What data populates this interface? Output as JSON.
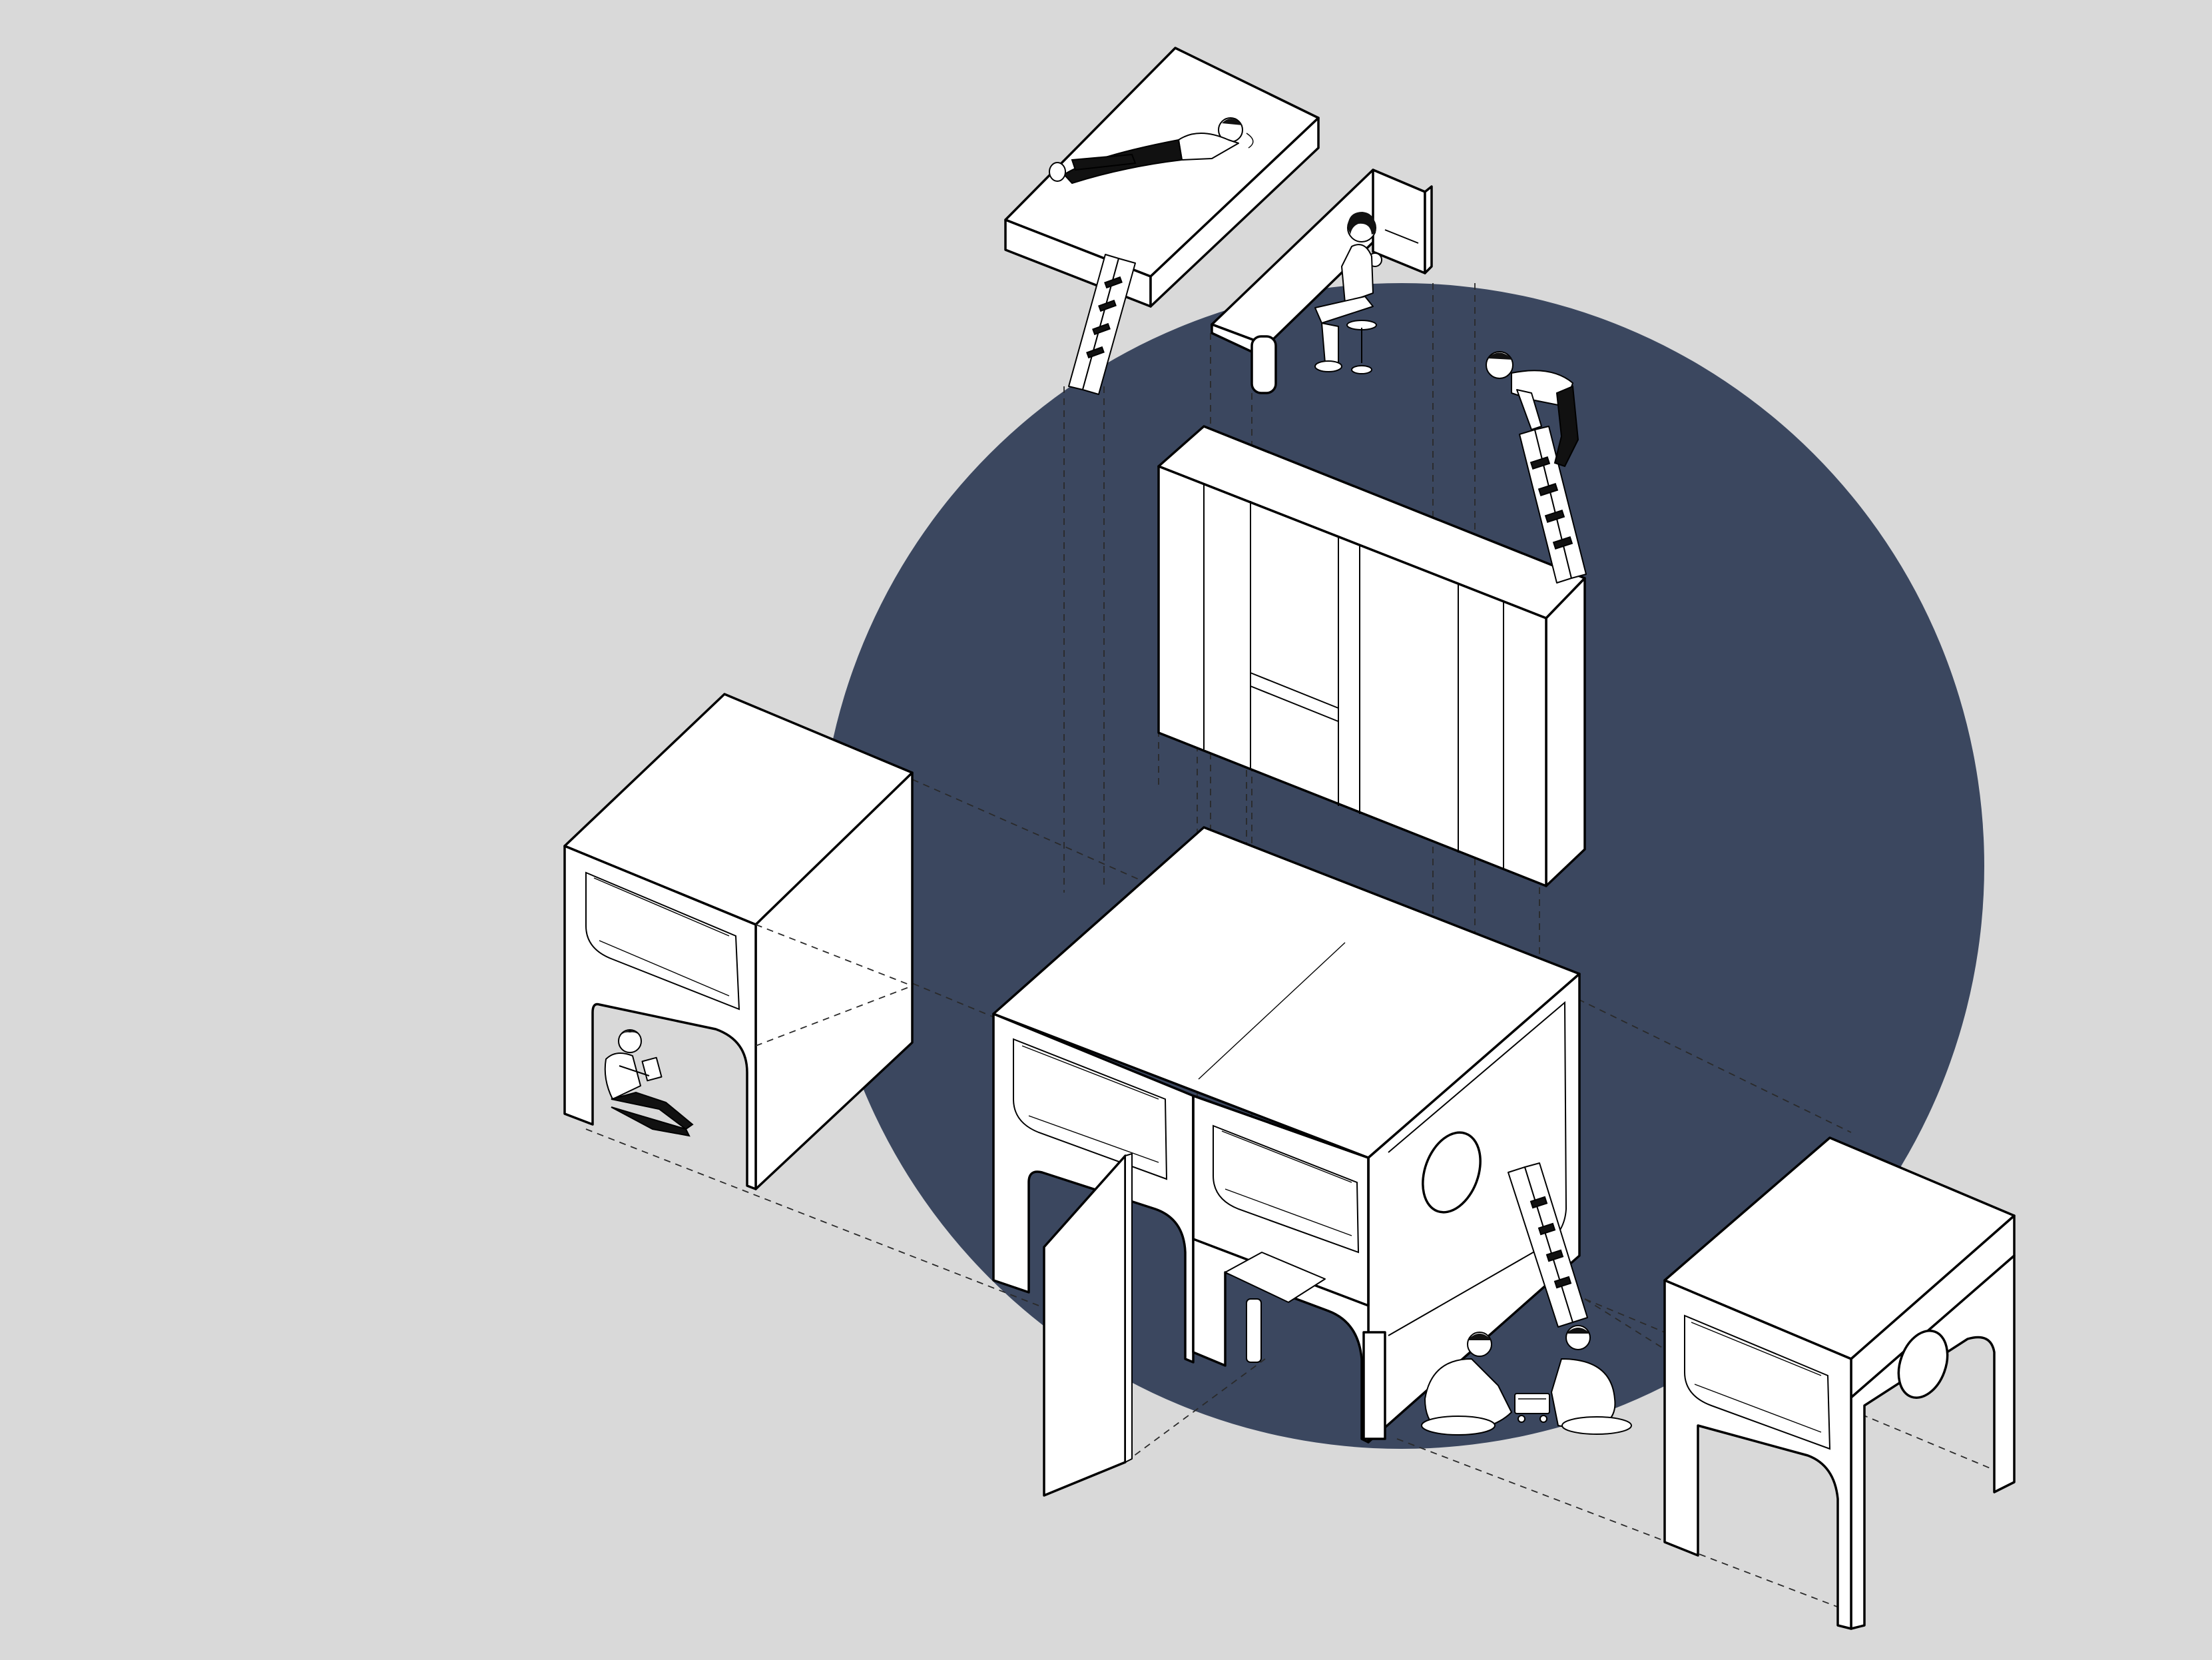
{
  "colors": {
    "background": "#d9d9d9",
    "disc": "#3b475f",
    "furniture_fill": "#ffffff",
    "outline": "#000000"
  },
  "modules": [
    {
      "name": "raised-bed-platform",
      "icon": "bed-platform"
    },
    {
      "name": "desk-counter",
      "icon": "desk"
    },
    {
      "name": "wardrobe-wall",
      "icon": "wardrobe"
    },
    {
      "name": "central-double-bunk",
      "icon": "bunk-unit"
    },
    {
      "name": "left-reading-nook",
      "icon": "nook-unit"
    },
    {
      "name": "right-table-bunk",
      "icon": "table-unit"
    },
    {
      "name": "folding-door-panel",
      "icon": "door-panel"
    }
  ],
  "figures": [
    {
      "activity": "lying-on-bed",
      "icon": "person-lying"
    },
    {
      "activity": "working-at-desk",
      "icon": "person-seated"
    },
    {
      "activity": "climbing-ladder",
      "icon": "person-climbing"
    },
    {
      "activity": "reading",
      "icon": "person-reading"
    },
    {
      "activity": "playing-board-game",
      "icon": "two-persons-playing"
    }
  ]
}
